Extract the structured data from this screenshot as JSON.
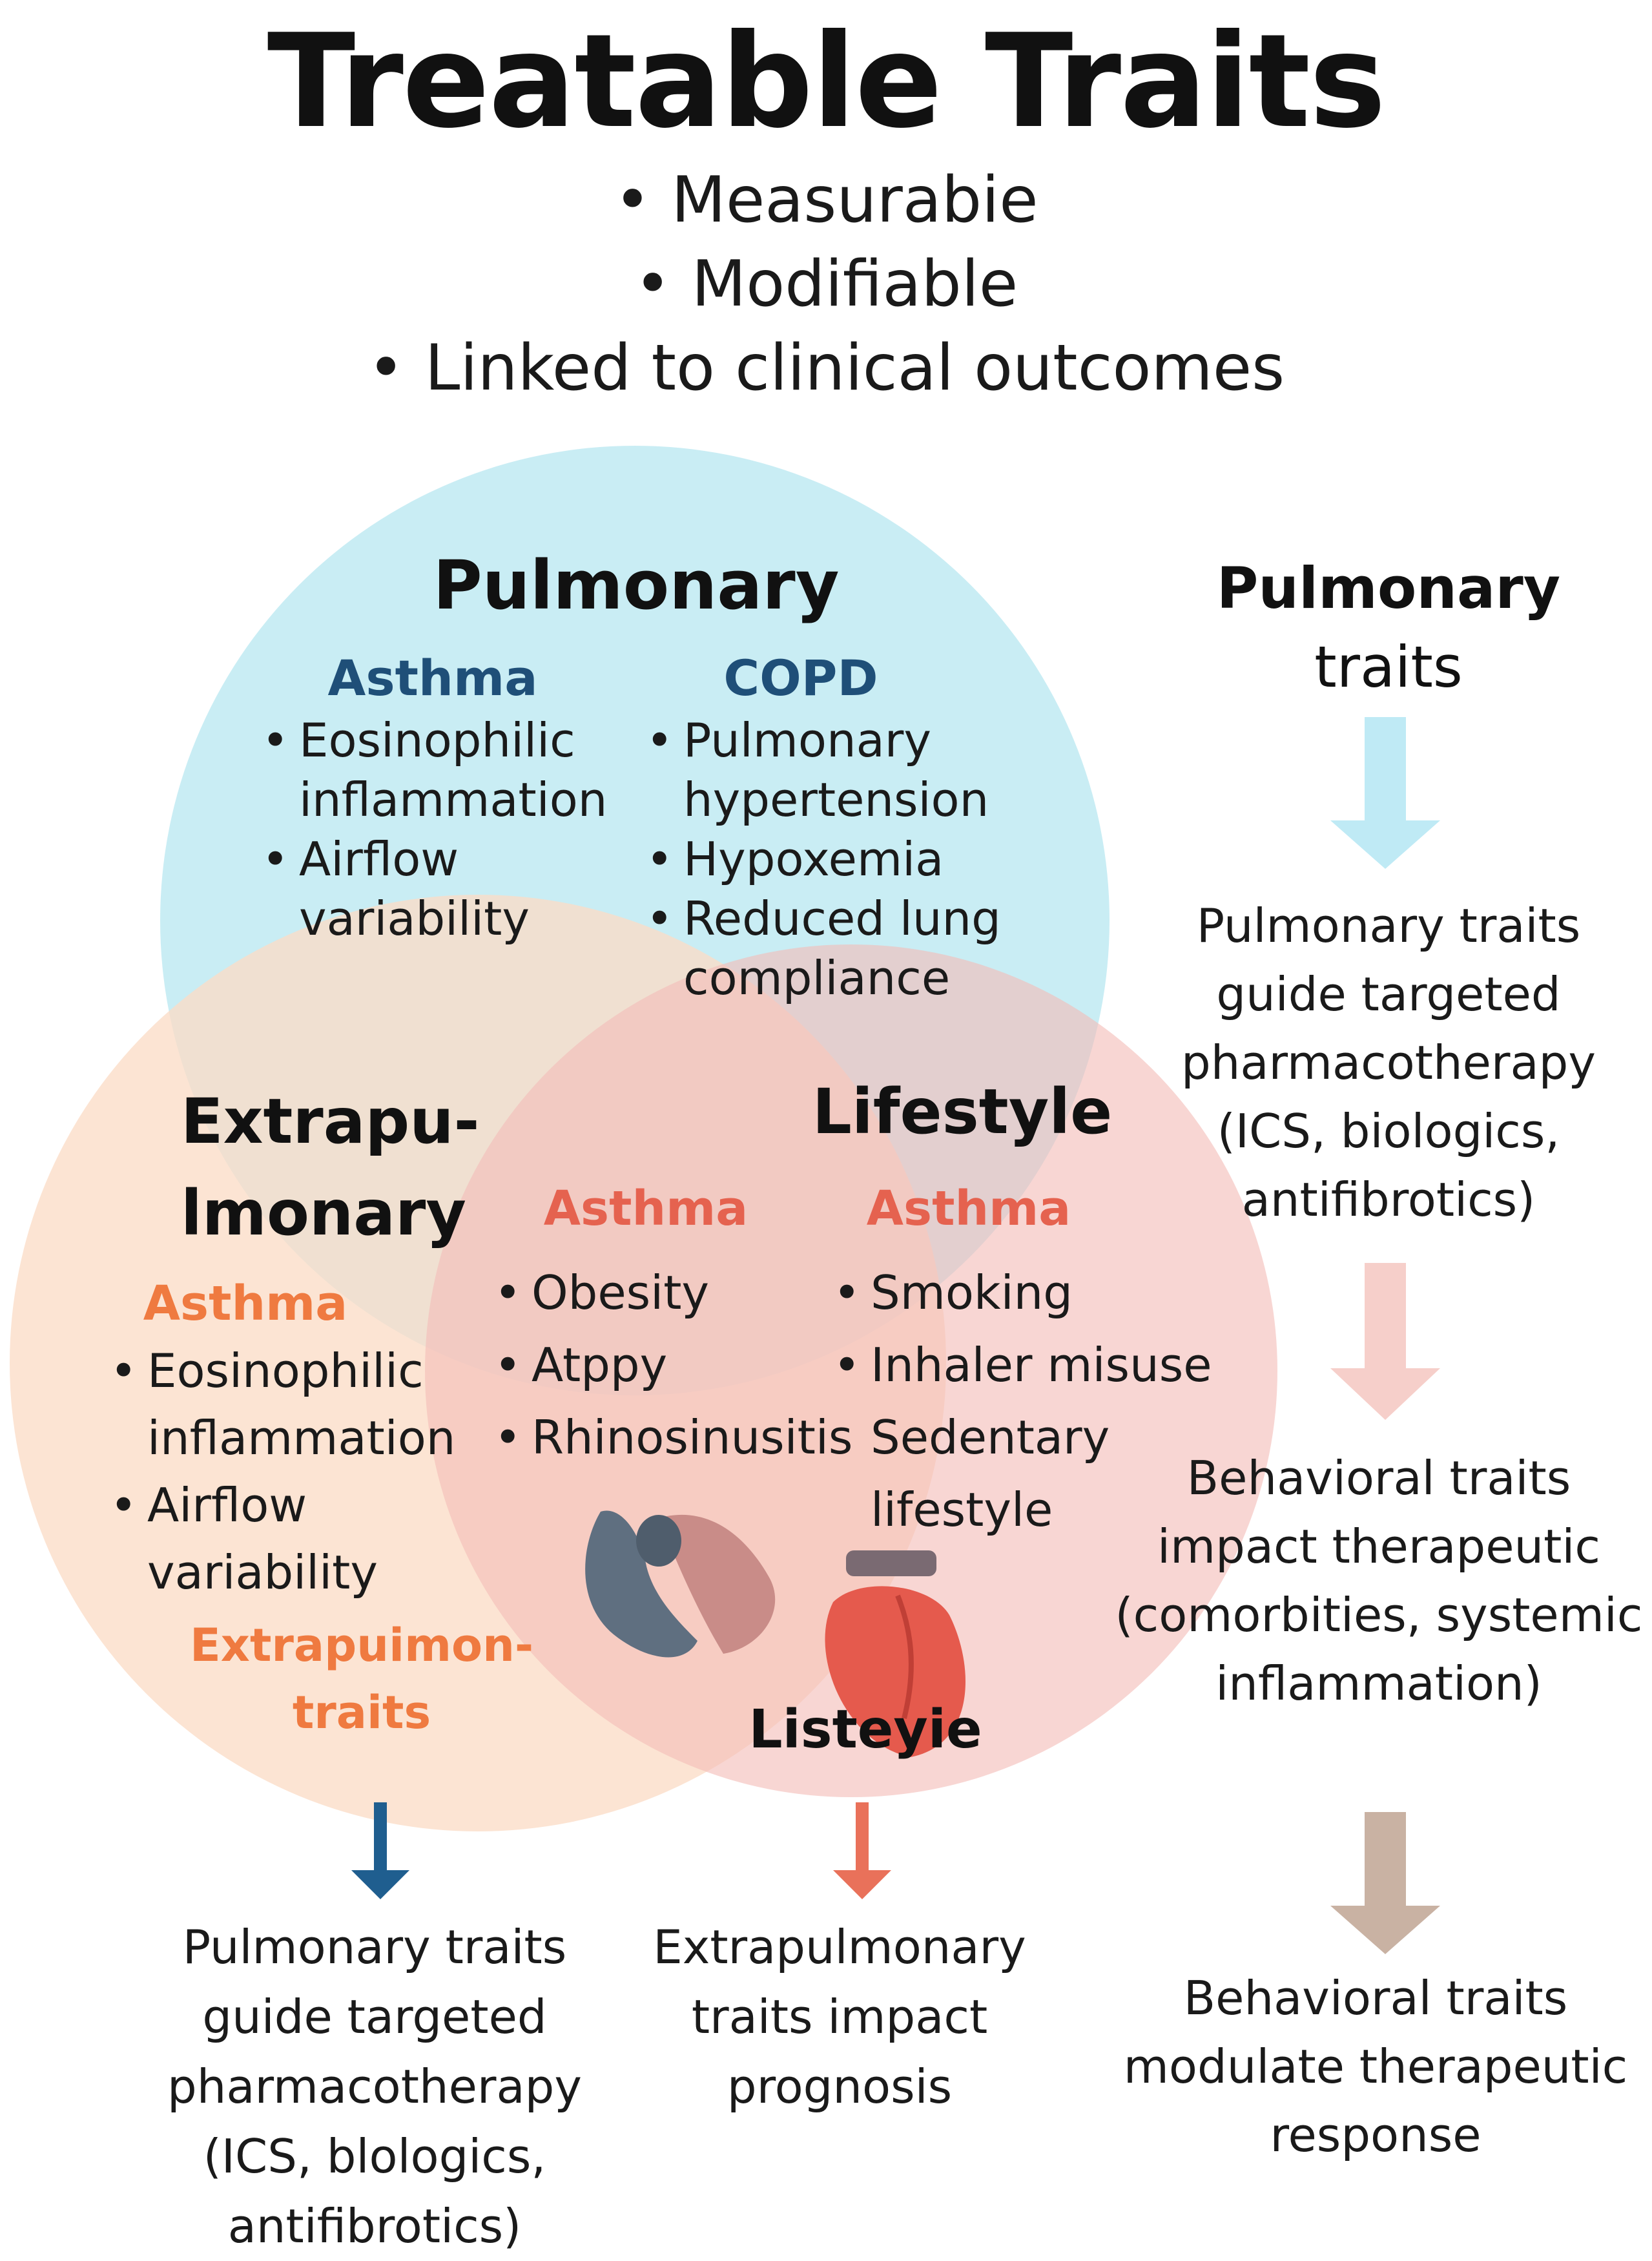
{
  "title": "Treatable Traits",
  "criteria": [
    "Measurabie",
    "Modifiable",
    "Linked to clinical outcomes"
  ],
  "colors": {
    "pulmonary_circle": "#bfeaf2",
    "extrapulmonary_circle": "#fbdcc6",
    "lifestyle_circle": "#f7cfcd",
    "asthma_pulmonary_label": "#1f4f78",
    "asthma_orange_label": "#ef7a40",
    "asthma_red_label": "#e5624f",
    "arrow_light_blue": "#bfeaf5",
    "arrow_pink": "#f6cfca",
    "arrow_taupe": "#c9b2a3",
    "arrow_dark_blue": "#1f5e8f",
    "arrow_coral": "#e9715a"
  },
  "venn": {
    "pulmonary": {
      "title": "Pulmonary",
      "asthma": {
        "label": "Asthma",
        "items": [
          "Eosinophilic inflammation",
          "Airflow variability"
        ]
      },
      "copd": {
        "label": "COPD",
        "items": [
          "Pulmonary hypertension",
          "Hypoxemia",
          "Reduced lung compliance"
        ]
      }
    },
    "extrapulmonary": {
      "title_line1": "Extrapu-",
      "title_line2": "lmonary",
      "asthma": {
        "label": "Asthma",
        "items": [
          "Eosinophilic inflammation",
          "Airflow variability"
        ]
      },
      "caption_line1": "Extrapuimon-",
      "caption_line2": "traits"
    },
    "overlap": {
      "asthma": {
        "label": "Asthma",
        "items": [
          "Obesity",
          "Atppy",
          "Rhinosinusitis"
        ]
      }
    },
    "lifestyle": {
      "title": "Lifestyle",
      "asthma": {
        "label": "Asthma",
        "items": [
          "Smoking",
          "Inhaler misuse",
          "Sedentary lifestyle"
        ]
      },
      "caption": "Listeyie"
    }
  },
  "right_flow": {
    "heading_line1": "Pulmonary",
    "heading_line2": "traits",
    "step1": "Pulmonary traits guide targeted pharmacotherapy (ICS, biologics, antifibrotics)",
    "step2": "Behavioral traits impact therapeutic (comorbities, systemic inflammation)",
    "step3": "Behavioral traits modulate therapeutic response"
  },
  "bottom": {
    "left": "Pulmonary traits guide targeted pharmacotherapy (ICS, blologics, antifibrotics)",
    "middle": "Extrapulmonary traits impact prognosis"
  }
}
